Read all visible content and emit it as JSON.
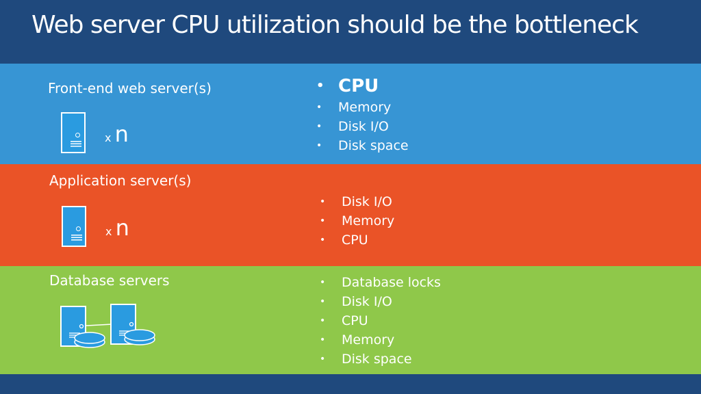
{
  "title": "Web server CPU utilization should be the bottleneck",
  "frontend": {
    "title": "Front-end web server(s)",
    "multiplier_x": "x",
    "multiplier_n": "n",
    "items": [
      "CPU",
      "Memory",
      "Disk I/O",
      "Disk space"
    ]
  },
  "application": {
    "title": "Application server(s)",
    "multiplier_x": "x",
    "multiplier_n": "n",
    "items": [
      "Disk I/O",
      "Memory",
      "CPU"
    ]
  },
  "database": {
    "title": "Database servers",
    "items": [
      "Database locks",
      "Disk I/O",
      "CPU",
      "Memory",
      "Disk space"
    ]
  },
  "colors": {
    "title_band": "#1f497d",
    "frontend_band": "#3795d4",
    "application_band": "#ea5327",
    "database_band": "#8fc84a",
    "server_fill": "#2a9be0"
  },
  "icons": [
    "server-icon",
    "database-server-icon"
  ]
}
